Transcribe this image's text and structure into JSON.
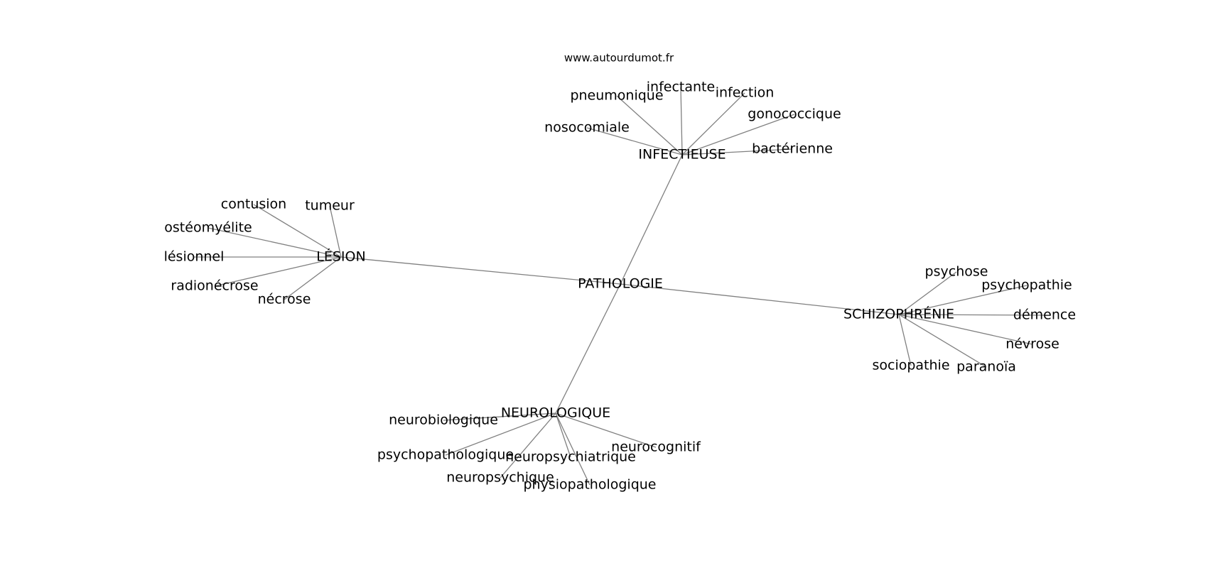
{
  "watermark": "www.autourdumot.fr",
  "colors": {
    "edge": "#808080",
    "text": "#000000",
    "background": "#ffffff"
  },
  "graph": {
    "root": "PATHOLOGIE",
    "clusters": [
      {
        "hub": "INFECTIEUSE",
        "leaves": [
          "pneumonique",
          "infectante",
          "infection",
          "gonococcique",
          "nosocomiale",
          "bactérienne"
        ]
      },
      {
        "hub": "LÉSION",
        "leaves": [
          "contusion",
          "tumeur",
          "ostéomyélite",
          "lésionnel",
          "radionécrose",
          "nécrose"
        ]
      },
      {
        "hub": "SCHIZOPHRÉNIE",
        "leaves": [
          "psychose",
          "psychopathie",
          "démence",
          "névrose",
          "sociopathie",
          "paranoïa"
        ]
      },
      {
        "hub": "NEUROLOGIQUE",
        "leaves": [
          "neurobiologique",
          "psychopathologique",
          "neurocognitif",
          "neuropsychiatrique",
          "neuropsychique",
          "physiopathologique"
        ]
      }
    ]
  }
}
